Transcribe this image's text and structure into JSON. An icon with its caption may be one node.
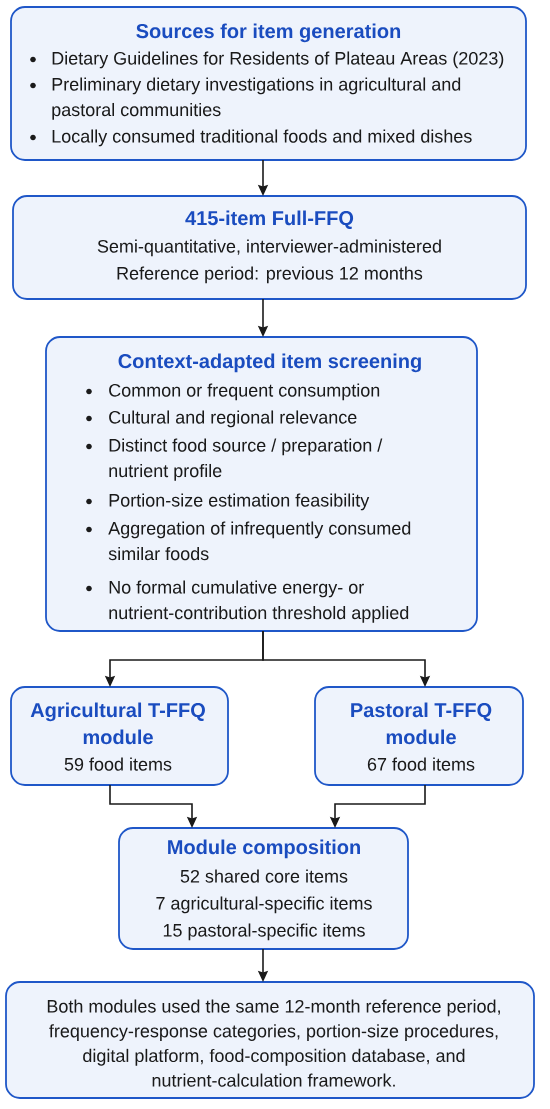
{
  "diagram": {
    "nodes": [
      {
        "text": [
          "Sources for item generation",
          "Dietary Guidelines for Residents of Plateau Areas (2023)",
          "Preliminary dietary investigations in agricultural and pastoral communities",
          "Locally consumed traditional foods and mixed dishes"
        ]
      },
      {
        "text": [
          "415-item Full-FFQ",
          "Semi-quantitative, interviewer-administered",
          "Reference period: previous 12 months"
        ]
      },
      {
        "text": [
          "Context-adapted item screening",
          "Common or frequent consumption",
          "Cultural and regional relevance",
          "Distinct food source / preparation / nutrient profile",
          "Portion-size estimation feasibility",
          "Aggregation of infrequently consumed similar foods",
          "No formal cumulative energy- or nutrient-contribution threshold applied"
        ]
      },
      {
        "text": [
          "Agricultural T-FFQ module",
          "59 food items"
        ]
      },
      {
        "text": [
          "Pastoral T-FFQ module",
          "67 food items"
        ]
      },
      {
        "text": [
          "Module composition",
          "52 shared core items",
          "7 agricultural-specific items",
          "15 pastoral-specific items"
        ]
      },
      {
        "text": [
          "Both modules used the same 12-month reference period, frequency-response categories, portion-size procedures, digital platform, food-composition database, and nutrient-calculation framework."
        ]
      }
    ],
    "edges": [
      {
        "from": 0,
        "to": 1,
        "arrow": "to"
      },
      {
        "from": 1,
        "to": 2,
        "arrow": "to"
      },
      {
        "from": 2,
        "to": 3,
        "arrow": "to"
      },
      {
        "from": 2,
        "to": 4,
        "arrow": "to"
      },
      {
        "from": 3,
        "to": 5,
        "arrow": "to"
      },
      {
        "from": 4,
        "to": 5,
        "arrow": "to"
      },
      {
        "from": 5,
        "to": 6,
        "arrow": "to"
      }
    ]
  }
}
